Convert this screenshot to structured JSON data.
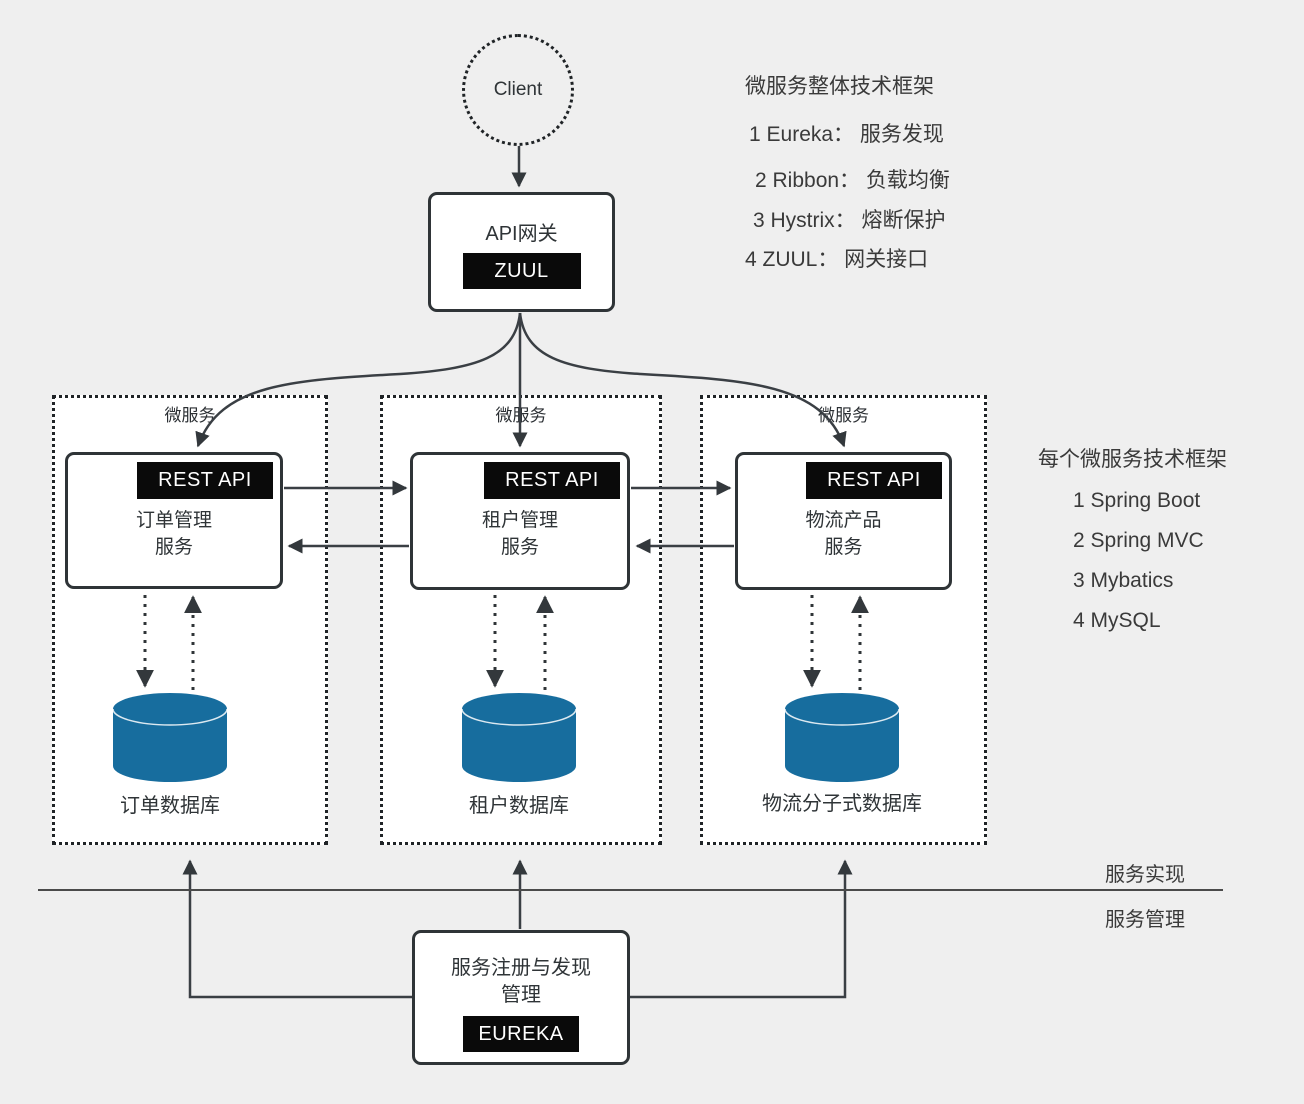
{
  "client": {
    "label": "Client"
  },
  "gateway": {
    "title": "API网关",
    "badge": "ZUUL"
  },
  "services": [
    {
      "group": "微服务",
      "api_badge": "REST API",
      "name_line1": "订单管理",
      "name_line2": "服务",
      "db_label": "订单数据库"
    },
    {
      "group": "微服务",
      "api_badge": "REST API",
      "name_line1": "租户管理",
      "name_line2": "服务",
      "db_label": "租户数据库"
    },
    {
      "group": "微服务",
      "api_badge": "REST API",
      "name_line1": "物流产品",
      "name_line2": "服务",
      "db_label": "物流分子式数据库"
    }
  ],
  "registry": {
    "title_line1": "服务注册与发现",
    "title_line2": "管理",
    "badge": "EUREKA"
  },
  "legend_overall": {
    "title": "微服务整体技术框架",
    "items": [
      "1 Eureka： 服务发现",
      "2 Ribbon： 负载均衡",
      "3 Hystrix： 熔断保护",
      "4 ZUUL： 网关接口"
    ]
  },
  "legend_service": {
    "title": "每个微服务技术框架",
    "items": [
      "1 Spring Boot",
      "2 Spring MVC",
      "3 Mybatics",
      "4 MySQL"
    ]
  },
  "layers": {
    "above_line": "服务实现",
    "below_line": "服务管理"
  },
  "colors": {
    "background": "#efefef",
    "database_fill": "#176d9e",
    "line": "#3a3f44",
    "badge_background": "#0a0a0a",
    "badge_text": "#ffffff",
    "node_border": "#2f3437"
  }
}
